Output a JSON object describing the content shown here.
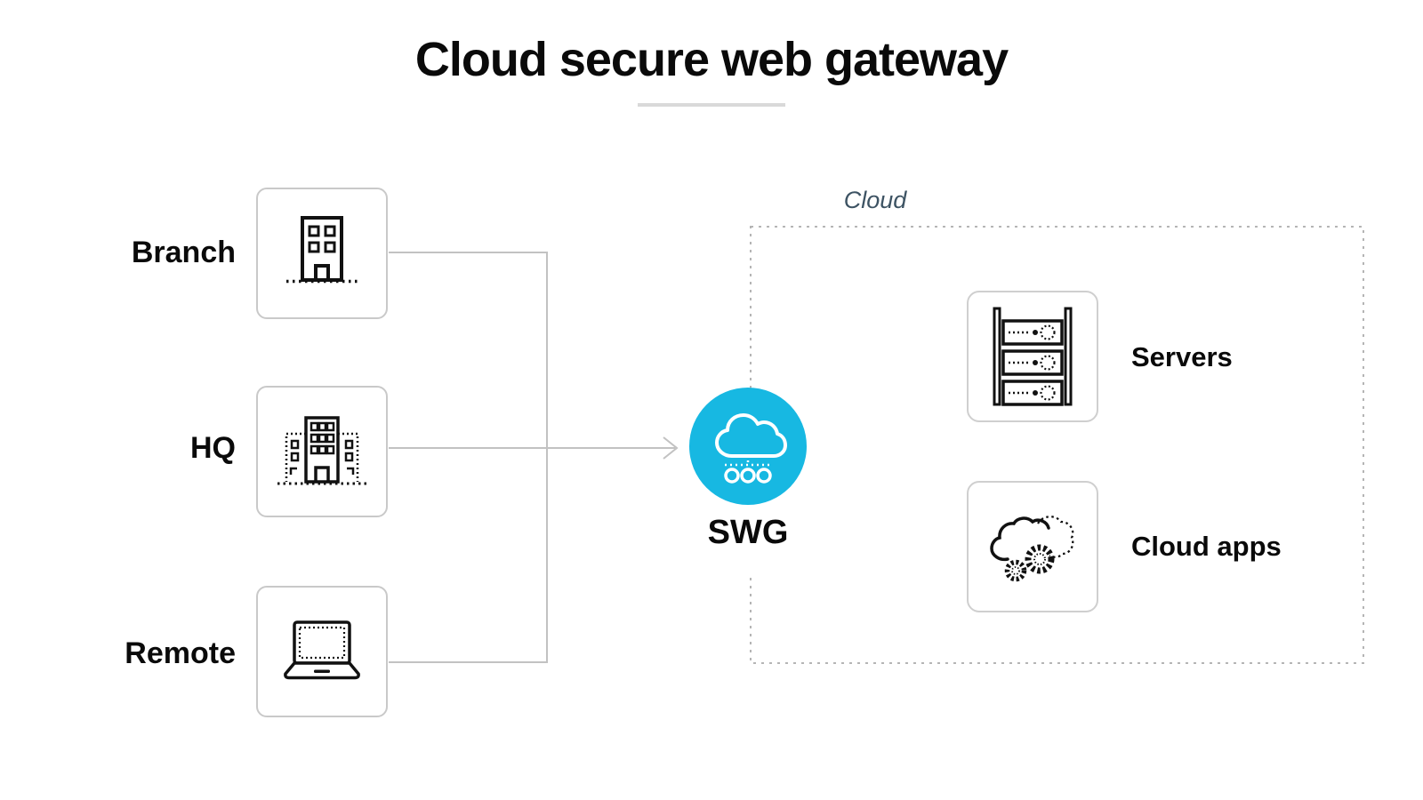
{
  "title": {
    "text": "Cloud secure web gateway"
  },
  "sources": [
    {
      "label": "Branch",
      "icon": "office-building-icon"
    },
    {
      "label": "HQ",
      "icon": "hq-building-icon"
    },
    {
      "label": "Remote",
      "icon": "laptop-icon"
    }
  ],
  "gateway": {
    "label": "SWG",
    "icon": "cloud-icon",
    "circle_color": "#17b8e2"
  },
  "cloud_region": {
    "label": "Cloud",
    "items": [
      {
        "label": "Servers",
        "icon": "server-rack-icon"
      },
      {
        "label": "Cloud apps",
        "icon": "cloud-gears-icon"
      }
    ]
  },
  "colors": {
    "connector_gray": "#c2c2c2",
    "dashed_border_gray": "#b5b5b5",
    "box_border_gray": "#c9c9c9",
    "underline_gray": "#d9d9d9",
    "cloud_label_slate": "#3d5363",
    "accent_cyan": "#17b8e2",
    "text_black": "#0a0a0a"
  }
}
